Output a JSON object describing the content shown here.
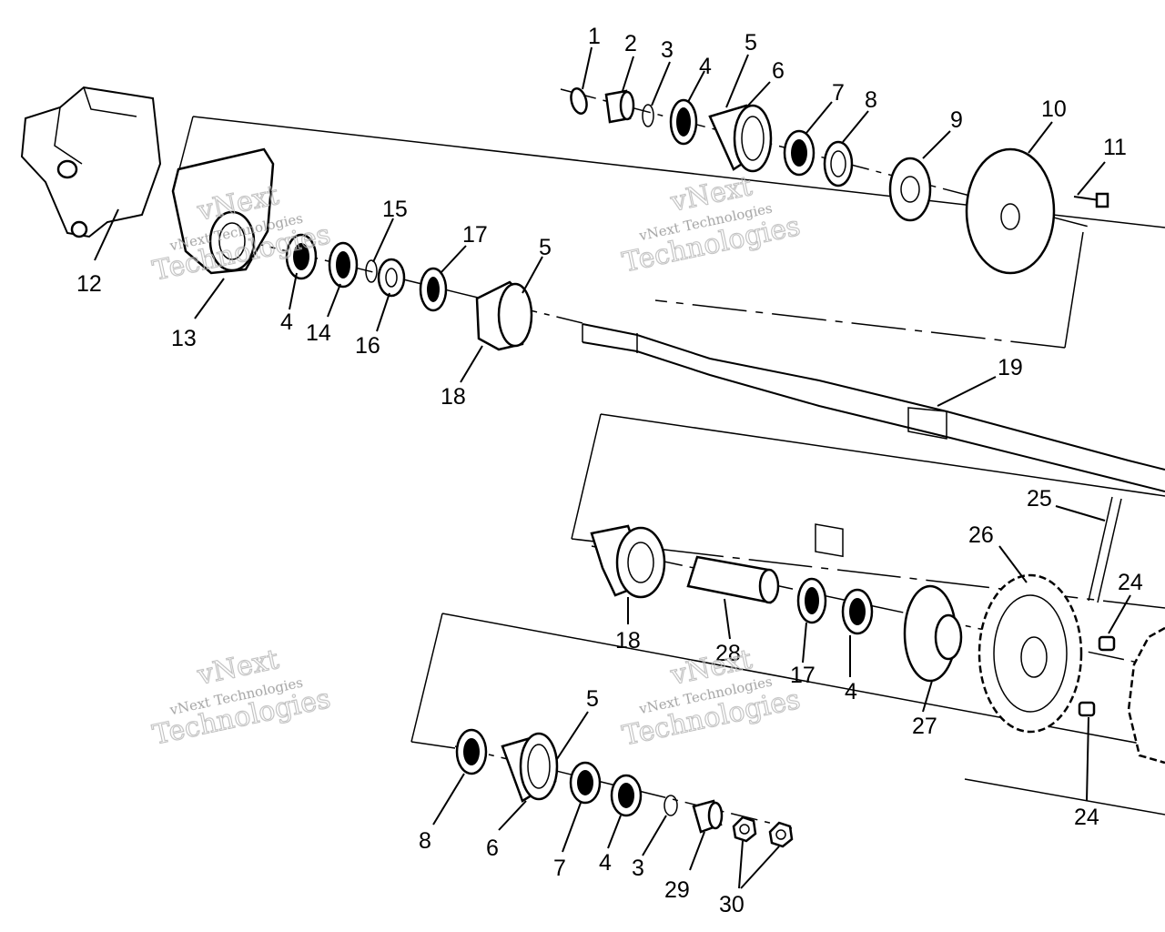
{
  "callouts": {
    "c1": "1",
    "c2": "2",
    "c3a": "3",
    "c4a": "4",
    "c5a": "5",
    "c6a": "6",
    "c7a": "7",
    "c8a": "8",
    "c9": "9",
    "c10": "10",
    "c11": "11",
    "c12": "12",
    "c13": "13",
    "c4b": "4",
    "c14": "14",
    "c15": "15",
    "c16": "16",
    "c17a": "17",
    "c5b": "5",
    "c18a": "18",
    "c19": "19",
    "c25": "25",
    "c26": "26",
    "c24a": "24",
    "c18b": "18",
    "c28": "28",
    "c17b": "17",
    "c4c": "4",
    "c27": "27",
    "c24b": "24",
    "c5c": "5",
    "c8b": "8",
    "c6b": "6",
    "c7b": "7",
    "c4d": "4",
    "c3b": "3",
    "c29": "29",
    "c30": "30"
  },
  "watermark": {
    "brand": "vNext",
    "company": "vNext Technologies",
    "word": "Technologies"
  }
}
